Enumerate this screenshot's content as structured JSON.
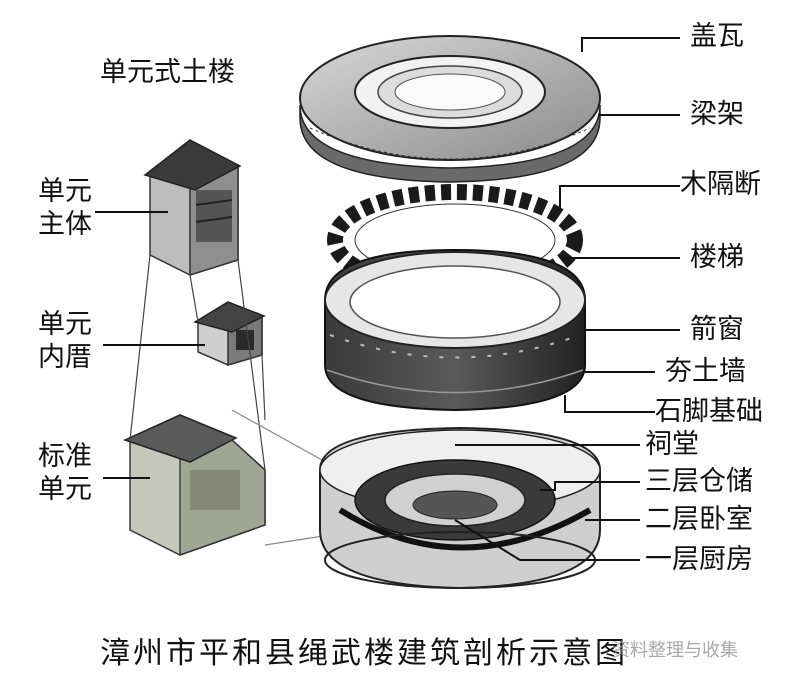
{
  "diagram": {
    "title": "单元式土楼",
    "caption": "漳州市平和县绳武楼建筑剖析示意图",
    "watermark": "资料整理与收集",
    "unit_labels": {
      "main_body": [
        "单元",
        "主体"
      ],
      "inner_house": [
        "单元",
        "内厝"
      ],
      "standard_unit": [
        "标准",
        "单元"
      ]
    },
    "layer_labels": [
      "盖瓦",
      "梁架",
      "木隔断",
      "楼梯",
      "箭窗",
      "夯土墙",
      "石脚基础",
      "祠堂",
      "三层仓储",
      "二层卧室",
      "一层厨房"
    ]
  }
}
